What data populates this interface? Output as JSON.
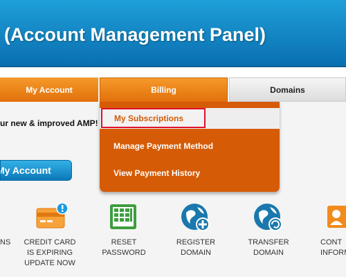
{
  "header": {
    "title": "(Account Management Panel)"
  },
  "tabs": [
    {
      "label": "My Account"
    },
    {
      "label": "Billing"
    },
    {
      "label": "Domains"
    }
  ],
  "promo": {
    "text": "ur new & improved AMP!"
  },
  "account_button": {
    "label": "My Account"
  },
  "dropdown": {
    "items": [
      {
        "label": "My Subscriptions"
      },
      {
        "label": "Manage Payment Method"
      },
      {
        "label": "View Payment History"
      }
    ]
  },
  "quick_actions": [
    {
      "label_lines": [
        "NS"
      ],
      "icon": "partial-icon"
    },
    {
      "label_lines": [
        "CREDIT CARD",
        "IS EXPIRING",
        "UPDATE NOW"
      ],
      "icon": "credit-card-alert-icon"
    },
    {
      "label_lines": [
        "RESET",
        "PASSWORD"
      ],
      "icon": "keypad-icon"
    },
    {
      "label_lines": [
        "REGISTER",
        "DOMAIN"
      ],
      "icon": "globe-plus-icon"
    },
    {
      "label_lines": [
        "TRANSFER",
        "DOMAIN"
      ],
      "icon": "globe-transfer-icon"
    },
    {
      "label_lines": [
        "CONT",
        "INFORM"
      ],
      "icon": "contact-card-icon"
    }
  ],
  "colors": {
    "header_blue": "#0a6fb0",
    "tab_orange": "#e2700b",
    "dropdown_orange": "#d65b06",
    "highlight_red": "#e0102a",
    "icon_blue": "#1a78ad",
    "icon_green": "#3e9d3e",
    "icon_orange": "#f28a1c"
  }
}
